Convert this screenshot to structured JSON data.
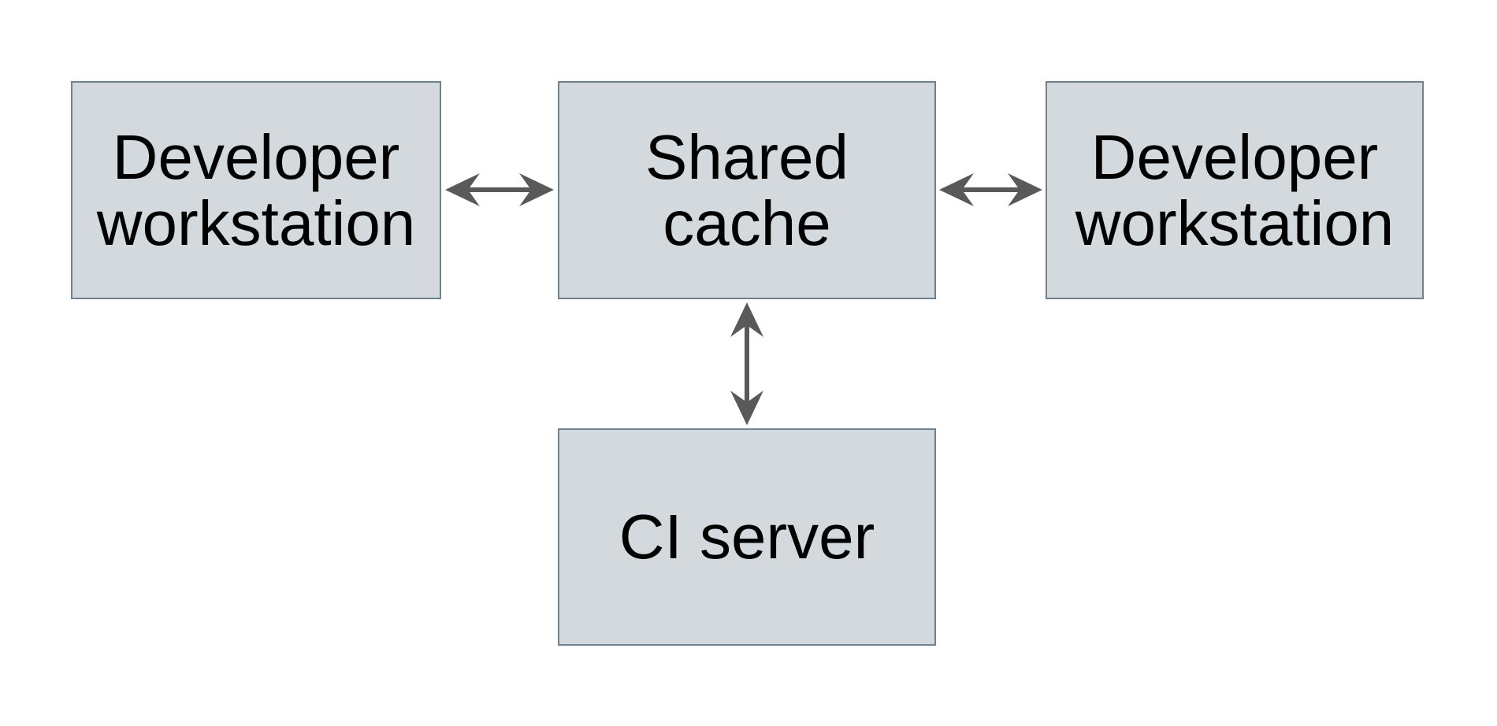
{
  "diagram": {
    "background_color": "#ffffff",
    "node_fill_color": "#d3d9dc",
    "node_border_color": "#6d828e",
    "arrow_color": "#595959",
    "text_color": "#000000",
    "nodes": [
      {
        "id": "developer-workstation-left",
        "label": "Developer workstation"
      },
      {
        "id": "shared-cache",
        "label": "Shared cache"
      },
      {
        "id": "developer-workstation-right",
        "label": "Developer workstation"
      },
      {
        "id": "ci-server",
        "label": "CI server"
      }
    ],
    "connectors": [
      {
        "from": "developer-workstation-left",
        "to": "shared-cache",
        "type": "bidirectional-arrow",
        "orientation": "horizontal"
      },
      {
        "from": "shared-cache",
        "to": "developer-workstation-right",
        "type": "bidirectional-arrow",
        "orientation": "horizontal"
      },
      {
        "from": "shared-cache",
        "to": "ci-server",
        "type": "bidirectional-arrow",
        "orientation": "vertical"
      }
    ]
  }
}
